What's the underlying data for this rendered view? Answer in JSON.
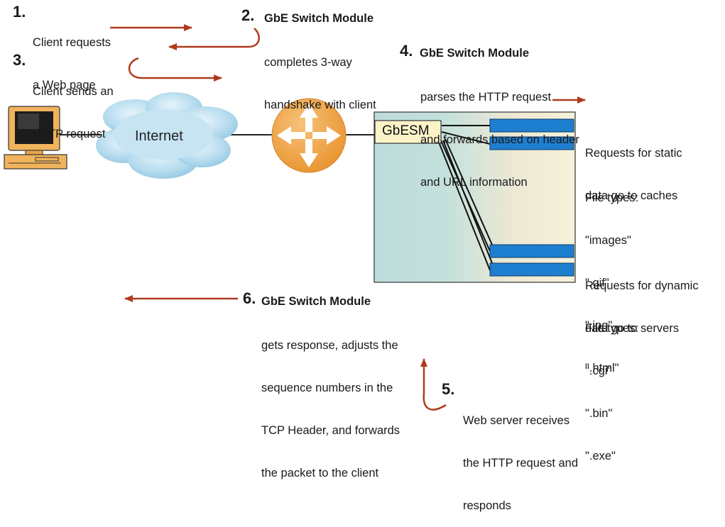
{
  "steps": [
    {
      "number": "1.",
      "lines": [
        "Client requests",
        "a Web page"
      ]
    },
    {
      "number": "2.",
      "title": "GbE Switch Module",
      "lines": [
        "completes 3-way",
        "handshake with client"
      ]
    },
    {
      "number": "3.",
      "lines": [
        "Client sends an",
        "HTTP request"
      ]
    },
    {
      "number": "4.",
      "title": "GbE Switch Module",
      "lines": [
        "parses the HTTP request",
        "and forwards based on header",
        "and URL information"
      ]
    },
    {
      "number": "5.",
      "lines": [
        "Web server receives",
        "the HTTP request and",
        "responds"
      ]
    },
    {
      "number": "6.",
      "title": "GbE Switch Module",
      "lines": [
        "gets response, adjusts the",
        "sequence numbers in the",
        "TCP Header, and forwards",
        "the packet to the client"
      ]
    }
  ],
  "cloud_label": "Internet",
  "switch_label": "GbESM",
  "static_info": {
    "lines": [
      "Requests for static",
      "data go to caches"
    ],
    "file_types_label": "File types:",
    "file_types": [
      "\"images\"",
      "\".gif\"",
      "\".jpg\"",
      "\".html\""
    ]
  },
  "dynamic_info": {
    "lines": [
      "Requests for dynamic",
      "data go to servers"
    ],
    "file_types_label": "File types:",
    "file_types": [
      "\".cgi\"",
      "\".bin\"",
      "\".exe\""
    ]
  },
  "colors": {
    "arrow": "#b03a1e",
    "router": "#f0a03c",
    "server": "#1e7fd0",
    "cloud": "#a9d4ea",
    "panel_left": "#bcdcdc",
    "panel_right": "#f3f0d8",
    "label_box": "#fbf3c8"
  },
  "icons": [
    "computer-icon",
    "internet-cloud-icon",
    "router-icon",
    "gbesm-switch-icon",
    "server-icon"
  ]
}
